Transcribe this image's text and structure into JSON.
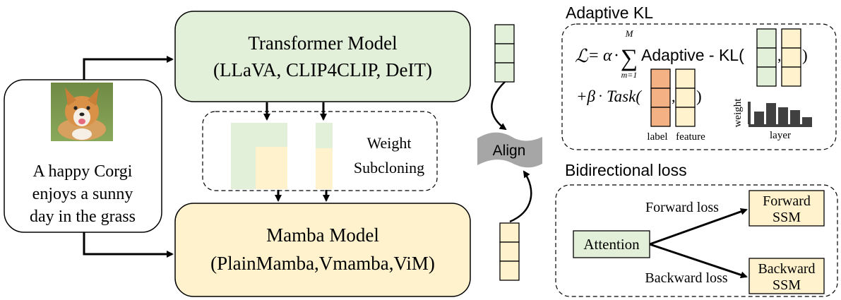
{
  "colors": {
    "green": "#e2efd9",
    "yellow": "#fff2cc",
    "orange": "#f4b183",
    "gray": "#a6a6a6",
    "dark": "#404040"
  },
  "input": {
    "caption_lines": [
      "A happy Corgi",
      "enjoys a sunny",
      "day in the grass"
    ],
    "image_icon": "corgi-photo"
  },
  "transformer": {
    "title": "Transformer Model",
    "subtitle": "(LLaVA, CLIP4CLIP, DeIT)"
  },
  "mamba": {
    "title": "Mamba Model",
    "subtitle": "(PlainMamba,Vmamba,ViM)"
  },
  "subcloning": {
    "lines": [
      "Weight",
      "Subcloning"
    ]
  },
  "align": {
    "label": "Align"
  },
  "adaptive_kl": {
    "title": "Adaptive KL",
    "loss_symbol": "ℒ",
    "eq": "=",
    "alpha": "α",
    "dot": "·",
    "sum_top": "M",
    "sum_bottom": "m=1",
    "sigma": "∑",
    "term": "Adaptive - KL(",
    "comma": ",",
    "close": ")",
    "plus_beta": "+β",
    "task": "Task(",
    "label_caption": "label",
    "feature_caption": "feature",
    "weight_axis": "weight",
    "layer_axis": "layer",
    "bar_values": [
      0.45,
      0.75,
      0.6,
      0.5,
      0.25
    ]
  },
  "bidirectional": {
    "title": "Bidirectional loss",
    "attention": "Attention",
    "forward_loss": "Forward loss",
    "backward_loss": "Backward loss",
    "forward_ssm": [
      "Forward",
      "SSM"
    ],
    "backward_ssm": [
      "Backward",
      "SSM"
    ]
  }
}
